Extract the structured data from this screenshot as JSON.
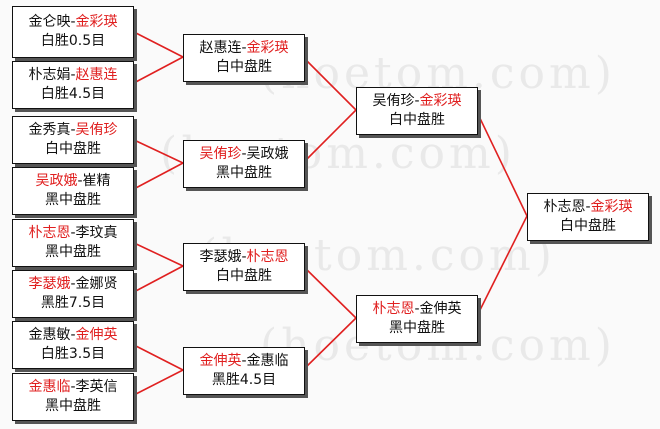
{
  "watermark": "(hoetom.com)",
  "colors": {
    "winner": "#e02020",
    "connector": "#e02020",
    "text": "#111111"
  },
  "round1": [
    {
      "p1": "金仑映",
      "p2": "金彩瑛",
      "winner": 2,
      "result": "白胜0.5目"
    },
    {
      "p1": "朴志娟",
      "p2": "赵惠连",
      "winner": 2,
      "result": "白胜4.5目"
    },
    {
      "p1": "金秀真",
      "p2": "吴侑珍",
      "winner": 2,
      "result": "白中盘胜"
    },
    {
      "p1": "吴政娥",
      "p2": "崔精",
      "winner": 1,
      "result": "黑中盘胜"
    },
    {
      "p1": "朴志恩",
      "p2": "李玟真",
      "winner": 1,
      "result": "黑中盘胜"
    },
    {
      "p1": "李瑟娥",
      "p2": "金娜贤",
      "winner": 1,
      "result": "黑胜7.5目"
    },
    {
      "p1": "金惠敏",
      "p2": "金伸英",
      "winner": 2,
      "result": "白胜3.5目"
    },
    {
      "p1": "金惠临",
      "p2": "李英信",
      "winner": 1,
      "result": "黑中盘胜"
    }
  ],
  "round2": [
    {
      "p1": "赵惠连",
      "p2": "金彩瑛",
      "winner": 2,
      "result": "白中盘胜"
    },
    {
      "p1": "吴侑珍",
      "p2": "吴政娥",
      "winner": 1,
      "result": "黑中盘胜"
    },
    {
      "p1": "李瑟娥",
      "p2": "朴志恩",
      "winner": 2,
      "result": "白中盘胜"
    },
    {
      "p1": "金伸英",
      "p2": "金惠临",
      "winner": 1,
      "result": "黑胜4.5目"
    }
  ],
  "round3": [
    {
      "p1": "吴侑珍",
      "p2": "金彩瑛",
      "winner": 2,
      "result": "白中盘胜"
    },
    {
      "p1": "朴志恩",
      "p2": "金伸英",
      "winner": 1,
      "result": "黑中盘胜"
    }
  ],
  "final": [
    {
      "p1": "朴志恩",
      "p2": "金彩瑛",
      "winner": 2,
      "result": "白中盘胜"
    }
  ]
}
